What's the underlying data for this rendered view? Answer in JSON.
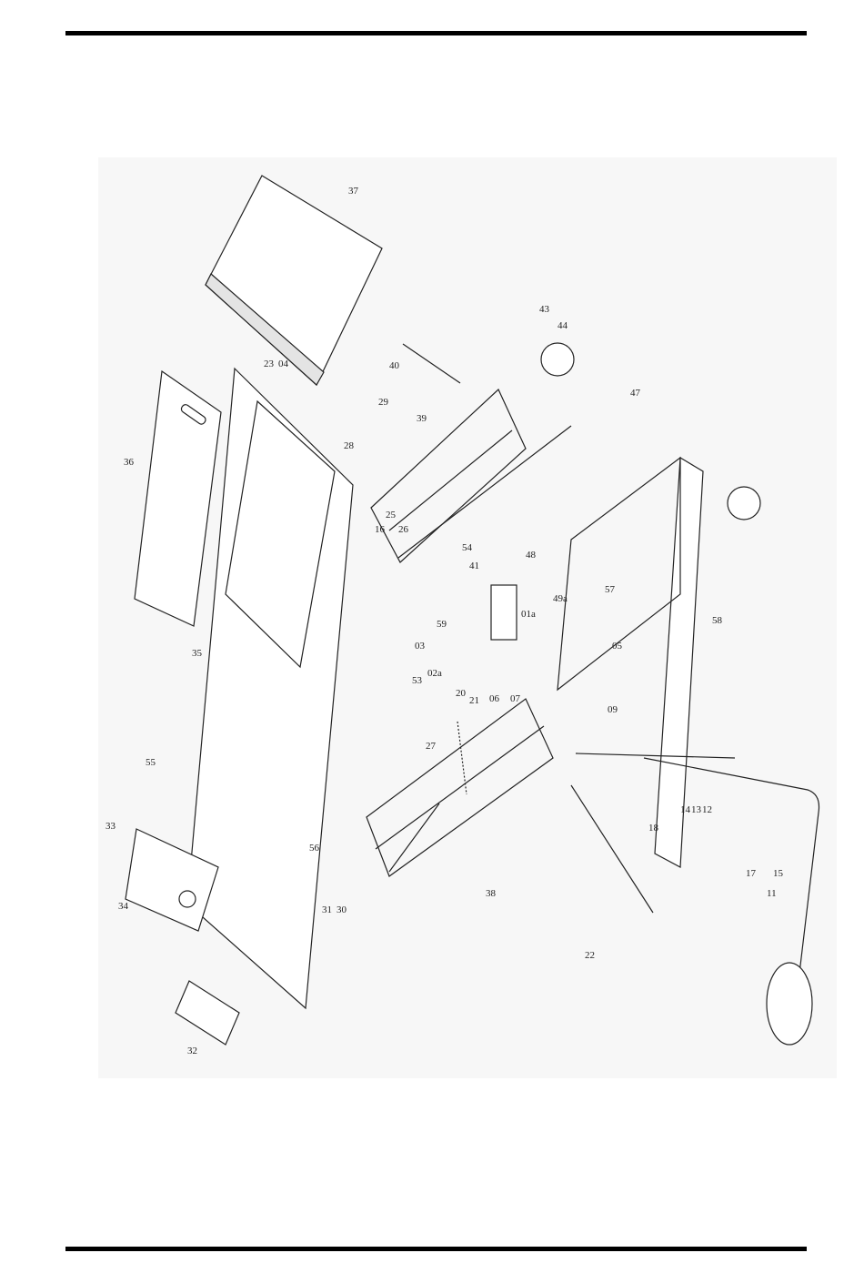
{
  "figure": {
    "part_labels": [
      "37",
      "36",
      "35",
      "34",
      "33",
      "32",
      "40",
      "39",
      "38",
      "22",
      "11",
      "44",
      "43",
      "47",
      "49a",
      "01a",
      "48",
      "58",
      "57",
      "05",
      "09",
      "18",
      "14",
      "13",
      "12",
      "15",
      "17",
      "23",
      "04",
      "28",
      "29",
      "16",
      "25",
      "26",
      "54",
      "41",
      "59",
      "03",
      "53",
      "02a",
      "20",
      "21",
      "06",
      "07",
      "27",
      "55",
      "56",
      "31",
      "30"
    ]
  }
}
